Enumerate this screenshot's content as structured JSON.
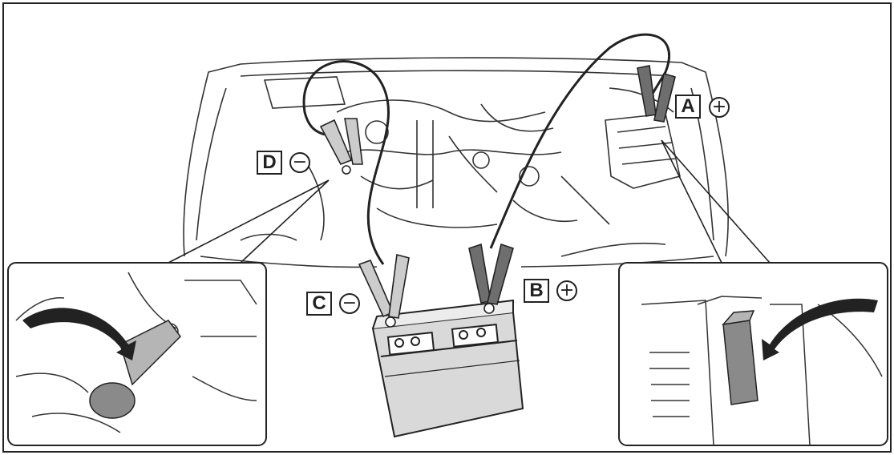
{
  "labels": {
    "a": {
      "letter": "A",
      "sign": "+"
    },
    "b": {
      "letter": "B",
      "sign": "+"
    },
    "c": {
      "letter": "C",
      "sign": "−"
    },
    "d": {
      "letter": "D",
      "sign": "−"
    }
  },
  "colors": {
    "line": "#222222",
    "clamp_positive": "#6e6e6e",
    "clamp_negative": "#cccccc",
    "battery_fill": "#d9d9d9",
    "highlight": "#b5b5b5"
  }
}
